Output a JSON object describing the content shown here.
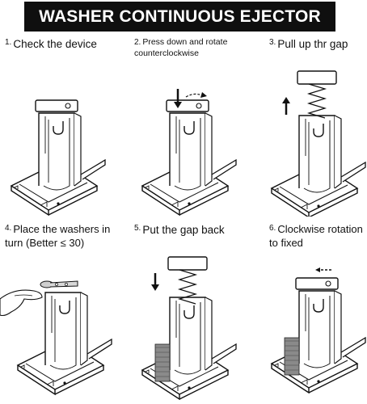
{
  "title": "WASHER CONTINUOUS EJECTOR",
  "colors": {
    "banner_bg": "#0f0f0f",
    "banner_fg": "#ffffff",
    "ink": "#111111",
    "washer": "#777777"
  },
  "steps": [
    {
      "number": "1.",
      "text": "Check the device"
    },
    {
      "number": "2.",
      "text": "Press down and rotate counterclockwise"
    },
    {
      "number": "3.",
      "text": "Pull up thr gap"
    },
    {
      "number": "4.",
      "text": "Place the washers in turn (Better ≤ 30)"
    },
    {
      "number": "5.",
      "text": "Put the gap back"
    },
    {
      "number": "6.",
      "text": "Clockwise rotation to fixed"
    }
  ],
  "icons": [
    "down-arrow-icon",
    "counterclockwise-arrow-icon",
    "up-arrow-icon",
    "left-arrow-icon",
    "hand-icon"
  ]
}
